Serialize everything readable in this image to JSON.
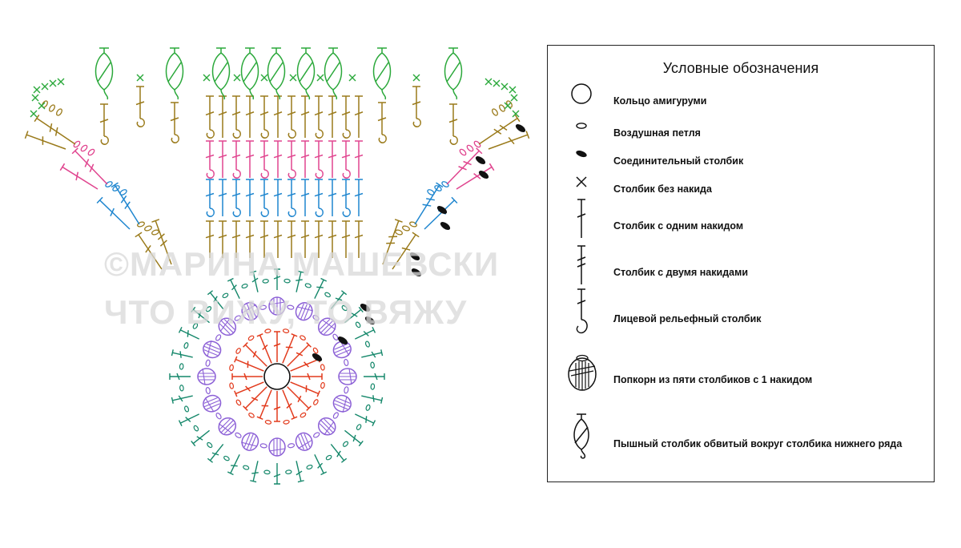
{
  "watermark": {
    "line1": "©МАРИНА МАШЕВСКИ",
    "line2": "ЧТО ВИЖУ, ТО ВЯЖУ"
  },
  "colors": {
    "green": "#2aa83a",
    "olive": "#9a7a1a",
    "pink": "#e0458f",
    "blue": "#1f86cf",
    "teal": "#14876a",
    "purple": "#8b5fd6",
    "red": "#e23a1c",
    "black": "#111111"
  },
  "legend": {
    "title": "Условные обозначения",
    "items": [
      {
        "icon": "ring-icon",
        "label": "Кольцо амигуруми"
      },
      {
        "icon": "chain-loop-icon",
        "label": "Воздушная петля"
      },
      {
        "icon": "slip-stitch-icon",
        "label": "Соединительный столбик"
      },
      {
        "icon": "single-crochet-icon",
        "label": "Столбик без накида"
      },
      {
        "icon": "double-crochet-icon",
        "label": "Столбик с одним накидом"
      },
      {
        "icon": "treble-crochet-icon",
        "label": "Столбик с двумя накидами"
      },
      {
        "icon": "front-post-icon",
        "label": "Лицевой рельефный столбик"
      },
      {
        "icon": "popcorn-icon",
        "label": "Попкорн из пяти столбиков с 1 накидом"
      },
      {
        "icon": "puff-stitch-icon",
        "label": "Пышный столбик обвитый вокруг столбика нижнего ряда"
      }
    ]
  }
}
